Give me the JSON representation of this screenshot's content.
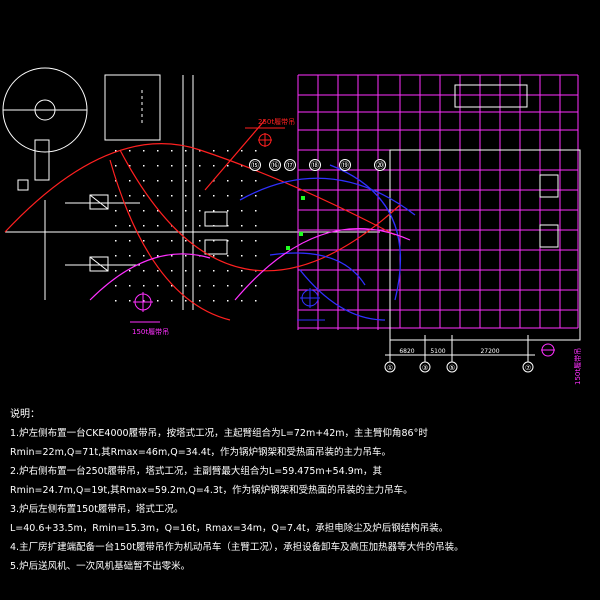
{
  "drawing": {
    "crane_labels": {
      "crane_250t_top": "250t履带吊",
      "crane_150t_bottom": "150t履带吊",
      "crane_150t_right": "150t履带吊"
    },
    "axis_labels": [
      "⑮",
      "⑯",
      "⑰",
      "⑱",
      "⑲",
      "⑳"
    ],
    "bottom_axis_labels": [
      "①",
      "③",
      "⑤",
      "⑦"
    ],
    "dimension_labels": [
      "6820",
      "5100",
      "27200"
    ],
    "colors": {
      "background": "#000000",
      "structure": "#ffffff",
      "red_arc": "#ff2020",
      "blue_arc": "#3030ff",
      "magenta": "#ff30ff",
      "green": "#20ff20"
    }
  },
  "notes": {
    "title": "说明：",
    "lines": [
      "1.炉左侧布置一台CKE4000履带吊，按塔式工况，主起臂组合为L=72m+42m，主主臂仰角86°时",
      "Rmin=22m,Q=71t,其Rmax=46m,Q=34.4t，作为锅炉钢架和受热面吊装的主力吊车。",
      "2.炉右侧布置一台250t履带吊，塔式工况，主副臂最大组合为L=59.475m+54.9m，其",
      "Rmin=24.7m,Q=19t,其Rmax=59.2m,Q=4.3t，作为锅炉钢架和受热面的吊装的主力吊车。",
      "3.炉后左侧布置150t履带吊，塔式工况。",
      "L=40.6+33.5m，Rmin=15.3m，Q=16t，Rmax=34m，Q=7.4t，承担电除尘及炉后钢结构吊装。",
      "4.主厂房扩建端配备一台150t履带吊作为机动吊车（主臂工况），承担设备卸车及高压加热器等大件的吊装。",
      "5.炉后送风机、一次风机基础暂不出零米。"
    ]
  }
}
